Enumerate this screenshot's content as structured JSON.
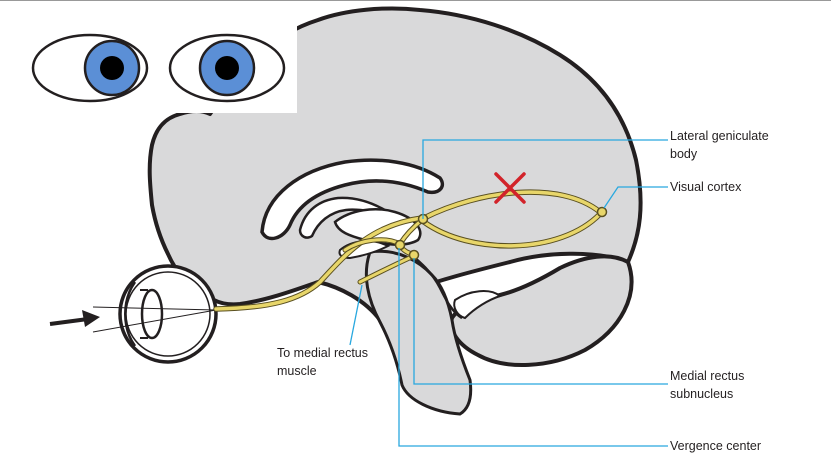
{
  "labels": {
    "lgb_line1": "Lateral geniculate",
    "lgb_line2": "body",
    "visual_cortex": "Visual cortex",
    "medial_rectus_muscle_line1": "To medial rectus",
    "medial_rectus_muscle_line2": "muscle",
    "medial_rectus_subnucleus_line1": "Medial rectus",
    "medial_rectus_subnucleus_line2": "subnucleus",
    "vergence_center": "Vergence center"
  },
  "colors": {
    "brain_fill": "#d9d9da",
    "outline": "#231f20",
    "pathway": "#e8d66a",
    "pathway_edge": "#5a5020",
    "leader": "#29a8df",
    "lesion": "#d2232a",
    "iris": "#5b8fd6",
    "pupil": "#000000"
  },
  "icons": {
    "lesion_marker": "x-mark-icon",
    "light_direction": "arrow-right-icon"
  }
}
